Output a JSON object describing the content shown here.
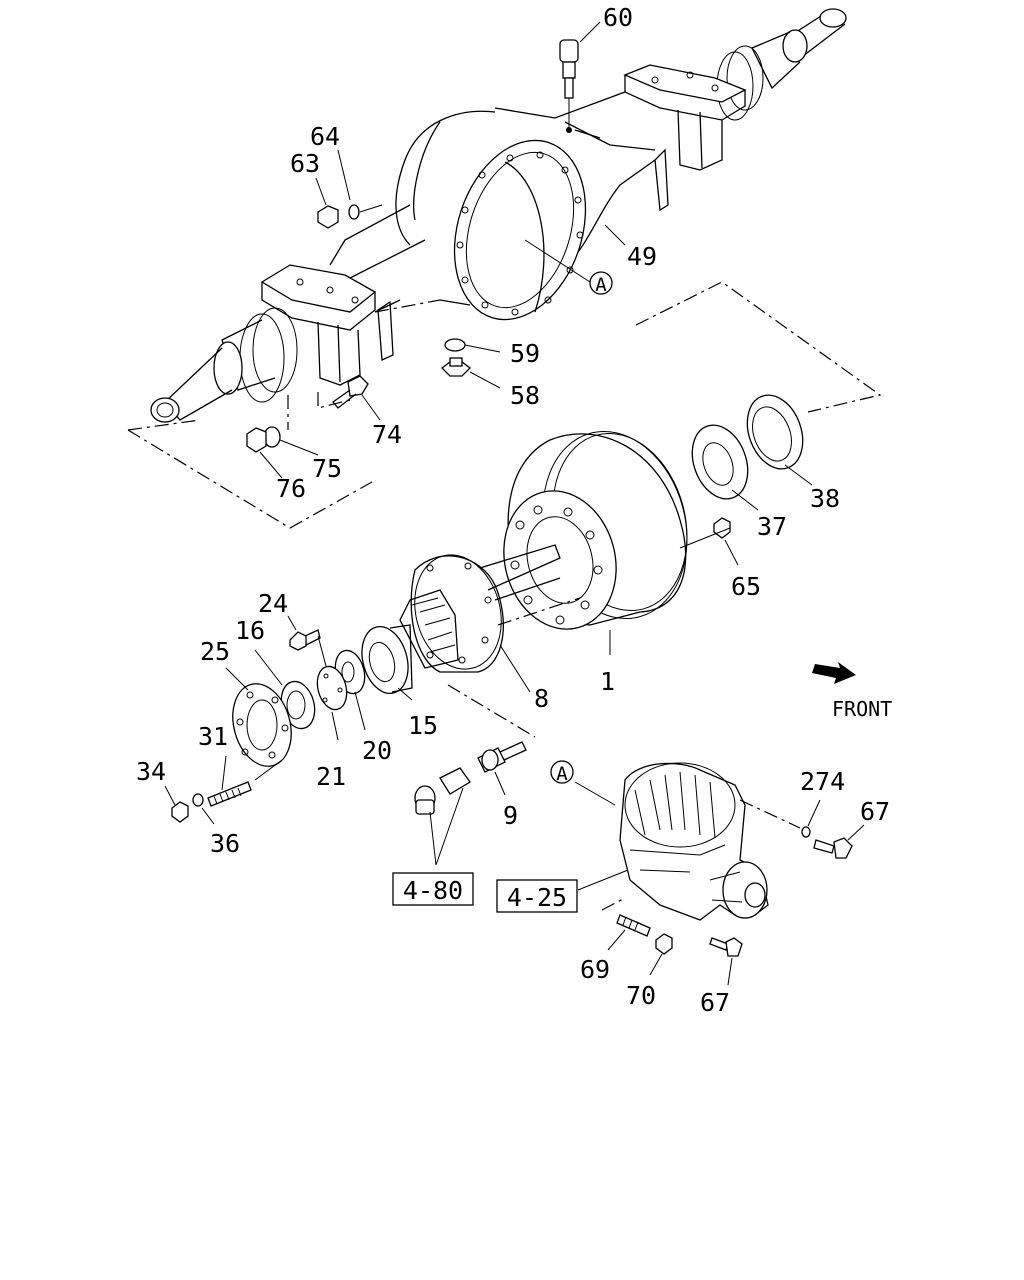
{
  "labels": {
    "p60": "60",
    "p64": "64",
    "p63": "63",
    "p49": "49",
    "p59": "59",
    "p58": "58",
    "p74": "74",
    "p75": "75",
    "p76": "76",
    "p38": "38",
    "p37": "37",
    "p65": "65",
    "p24": "24",
    "p16": "16",
    "p25": "25",
    "p8": "8",
    "p1": "1",
    "p15": "15",
    "p20": "20",
    "p21": "21",
    "p31": "31",
    "p34": "34",
    "p36": "36",
    "p9": "9",
    "p274": "274",
    "p67a": "67",
    "p67b": "67",
    "p69": "69",
    "p70": "70"
  },
  "callouts": {
    "a_top": "A",
    "a_bottom": "A"
  },
  "refs": {
    "ref_480": "4-80",
    "ref_425": "4-25"
  },
  "front_label": "FRONT"
}
